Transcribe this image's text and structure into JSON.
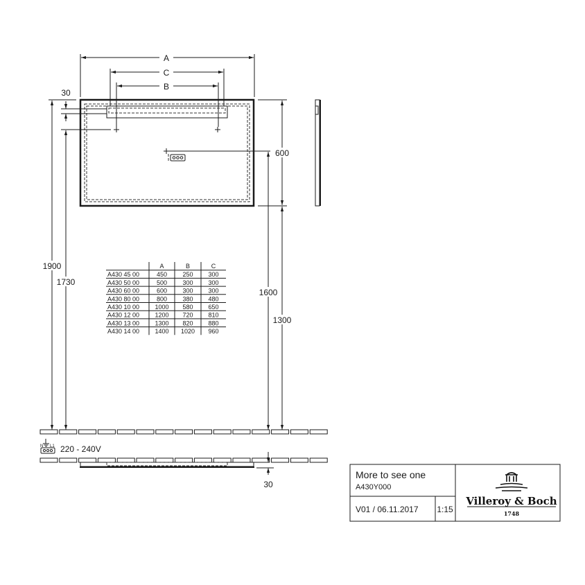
{
  "drawing": {
    "dim_a": "A",
    "dim_b": "B",
    "dim_c": "C",
    "dim_30_top": "30",
    "dim_1900": "1900",
    "dim_1730": "1730",
    "dim_600": "600",
    "dim_1600": "1600",
    "dim_1300": "1300",
    "dim_30_bottom": "30",
    "voltage": "220 - 240V",
    "terminal_labels": {
      "n": "N",
      "l1": "L1"
    }
  },
  "table": {
    "headers": [
      "",
      "A",
      "B",
      "C"
    ],
    "rows": [
      [
        "A430 45 00",
        "450",
        "250",
        "300"
      ],
      [
        "A430 50 00",
        "500",
        "300",
        "300"
      ],
      [
        "A430 60 00",
        "600",
        "300",
        "300"
      ],
      [
        "A430 80 00",
        "800",
        "380",
        "480"
      ],
      [
        "A430 10 00",
        "1000",
        "580",
        "650"
      ],
      [
        "A430 12 00",
        "1200",
        "720",
        "810"
      ],
      [
        "A430 13 00",
        "1300",
        "820",
        "880"
      ],
      [
        "A430 14 00",
        "1400",
        "1020",
        "960"
      ]
    ]
  },
  "title_block": {
    "product_name": "More to see one",
    "article_no": "A430Y000",
    "version_date": "V01 / 06.11.2017",
    "scale": "1:15",
    "logo_text": "Villeroy & Boch",
    "logo_year": "1748"
  }
}
